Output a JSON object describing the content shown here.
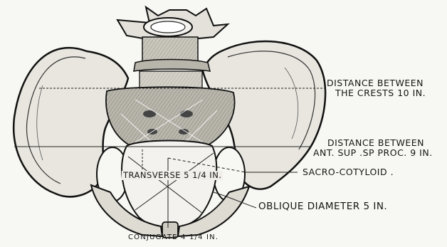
{
  "figure": {
    "labels": {
      "crests_line1": "DISTANCE BETWEEN",
      "crests_line2": "THE CRESTS 10 IN.",
      "ant_line1": "DISTANCE BETWEEN",
      "ant_line2": "ANT. SUP .SP PROC. 9 IN.",
      "sacro_cotyloid": "SACRO-COTYLOID .",
      "oblique": "OBLIQUE DIAMETER 5 IN.",
      "transverse": "TRANSVERSE 5 1/4 IN.",
      "conjugate": "CONJUGATE 4 1/4 IN."
    }
  }
}
